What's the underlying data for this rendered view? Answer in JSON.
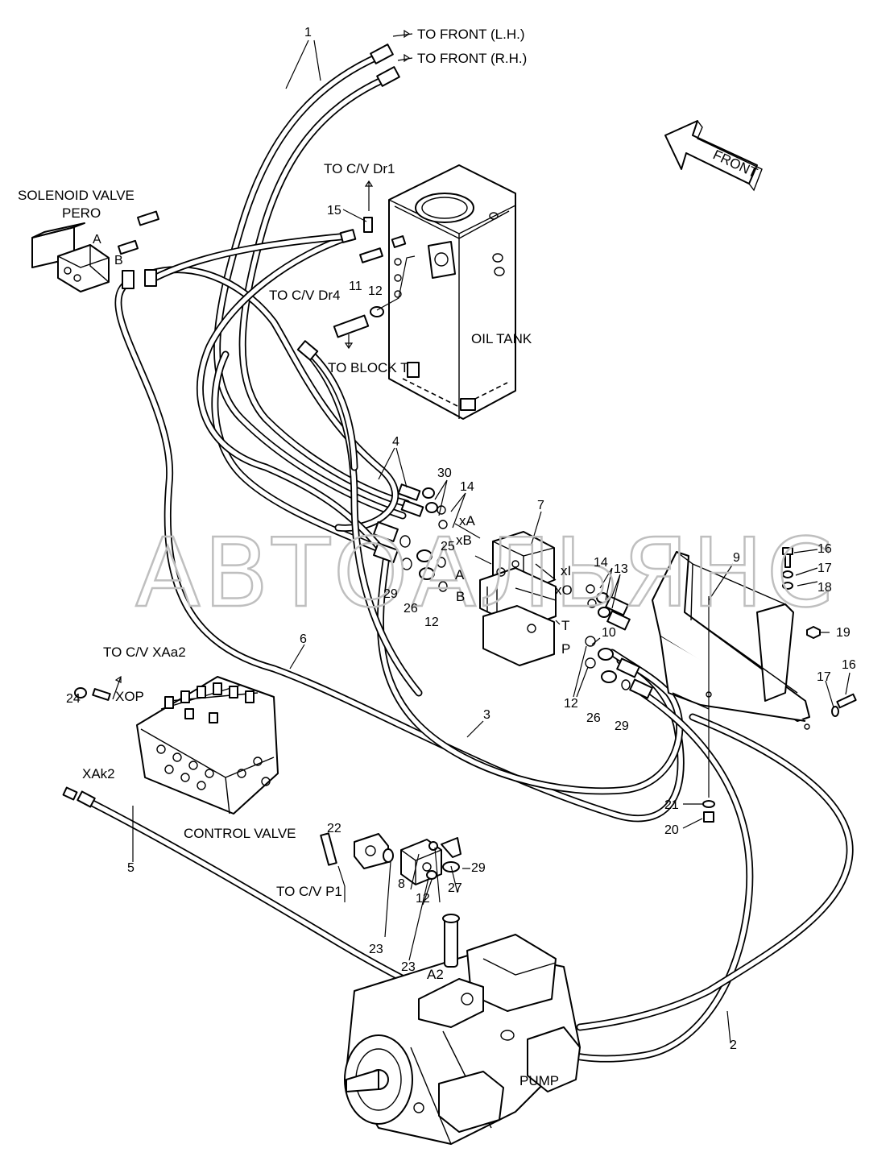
{
  "labels": {
    "to_front_lh": "TO FRONT (L.H.)",
    "to_front_rh": "TO FRONT (R.H.)",
    "front_arrow": "FRONT",
    "to_cv_dr1": "TO C/V Dr1",
    "solenoid_valve": "SOLENOID VALVE",
    "pero": "PERO",
    "to_cv_dr4": "TO C/V Dr4",
    "oil_tank": "OIL TANK",
    "to_block_t": "TO BLOCK T",
    "to_cv_xaa2": "TO C/V XAa2",
    "xop": "XOP",
    "xak2": "XAk2",
    "control_valve": "CONTROL VALVE",
    "to_cv_p1": "TO C/V P1",
    "a2": "A2",
    "pump": "PUMP",
    "port_a_sol": "A",
    "port_b_sol": "B",
    "port_xa": "xA",
    "port_xb": "xB",
    "port_a": "A",
    "port_b": "B",
    "port_xi": "xI",
    "port_xo": "xO",
    "port_t": "T",
    "port_p": "P"
  },
  "callouts": {
    "c1": "1",
    "c2": "2",
    "c3": "3",
    "c4": "4",
    "c5": "5",
    "c6": "6",
    "c7": "7",
    "c8": "8",
    "c9": "9",
    "c10": "10",
    "c11": "11",
    "c12a": "12",
    "c12b": "12",
    "c12c": "12",
    "c12d": "12",
    "c13": "13",
    "c14a": "14",
    "c14b": "14",
    "c15": "15",
    "c16a": "16",
    "c16b": "16",
    "c17a": "17",
    "c17b": "17",
    "c18": "18",
    "c19": "19",
    "c20": "20",
    "c21": "21",
    "c22": "22",
    "c23a": "23",
    "c23b": "23",
    "c24": "24",
    "c25": "25",
    "c26a": "26",
    "c26b": "26",
    "c27": "27",
    "c29a": "29",
    "c29b": "29",
    "c29c": "29",
    "c30": "30"
  },
  "watermark": "АВТОАЛЬЯНС"
}
